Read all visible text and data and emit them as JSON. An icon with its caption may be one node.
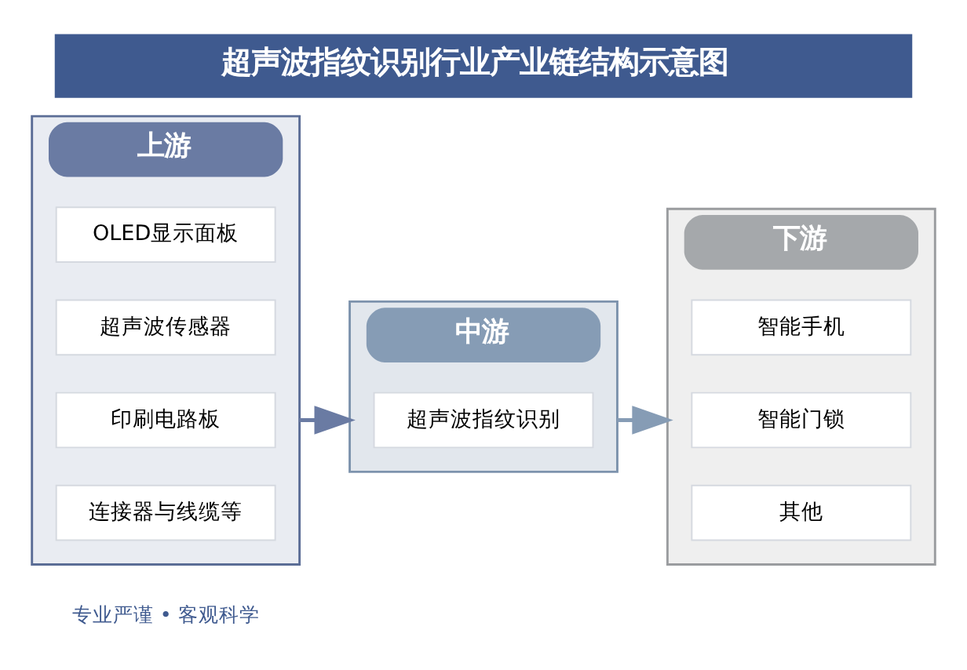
{
  "diagram": {
    "title": "超声波指纹识别行业产业链结构示意图",
    "nodes": [
      {
        "text": [
          "上游"
        ]
      },
      {
        "text": [
          "OLED显示面板"
        ],
        "in": 0
      },
      {
        "text": [
          "超声波传感器"
        ],
        "in": 0
      },
      {
        "text": [
          "印刷电路板"
        ],
        "in": 0
      },
      {
        "text": [
          "连接器与线缆等"
        ],
        "in": 0
      },
      {
        "text": [
          "中游"
        ]
      },
      {
        "text": [
          "超声波指纹识别"
        ],
        "in": 5
      },
      {
        "text": [
          "下游"
        ]
      },
      {
        "text": [
          "智能手机"
        ],
        "in": 7
      },
      {
        "text": [
          "智能门锁"
        ],
        "in": 7
      },
      {
        "text": [
          "其他"
        ],
        "in": 7
      }
    ],
    "edges": [
      {
        "from": 0,
        "to": 5,
        "arrow": "to"
      },
      {
        "from": 5,
        "to": 7,
        "arrow": "to"
      }
    ],
    "labels": [
      "专业严谨 • 客观科学"
    ]
  }
}
